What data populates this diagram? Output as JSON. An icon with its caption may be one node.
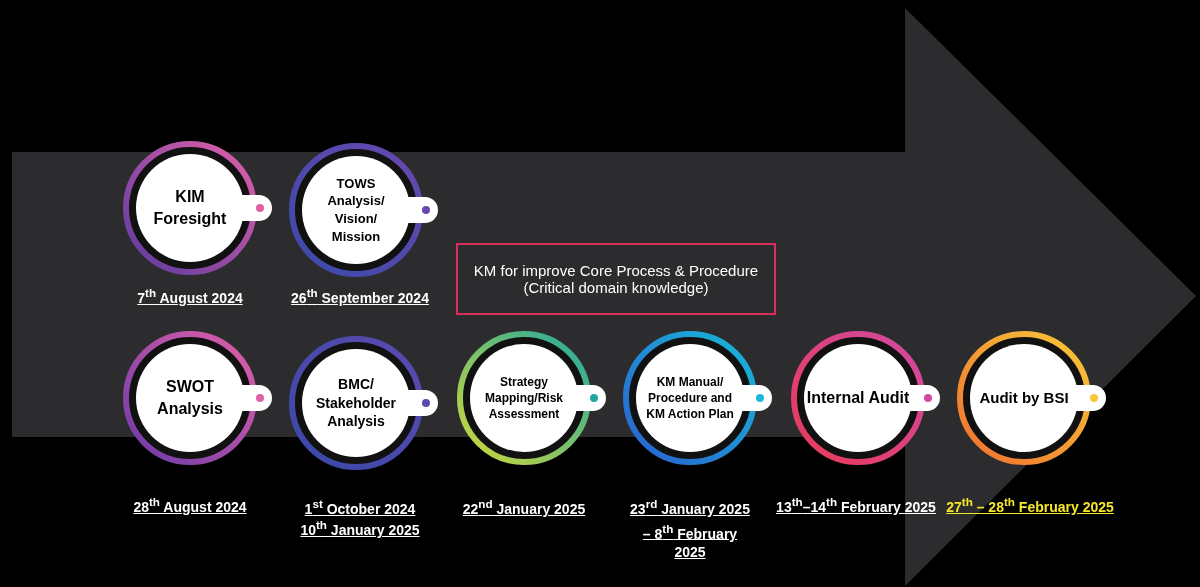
{
  "diagram": {
    "nodes": [
      {
        "text": [
          "KIM Foresight"
        ],
        "beside": [
          "7$^{th}$ August 2024"
        ]
      },
      {
        "text": [
          "TOWS Analysis/ Vision/ Mission"
        ],
        "beside": [
          "26$^{th}$ September 2024"
        ]
      },
      {
        "text": [
          "KM for improve Core Process & Procedure (Critical domain knowledge)"
        ]
      },
      {
        "text": [
          "SWOT Analysis"
        ],
        "beside": [
          "28$^{th}$ August 2024"
        ]
      },
      {
        "text": [
          "BMC/ Stakeholder Analysis"
        ],
        "beside": [
          "1$^{st}$ October 2024",
          "10$^{th}$ January 2025"
        ]
      },
      {
        "text": [
          "Strategy Mapping/Risk Assessment"
        ],
        "beside": [
          "22$^{nd}$ January 2025"
        ]
      },
      {
        "text": [
          "KM Manual/ Procedure and KM Action Plan"
        ],
        "beside": [
          "23$^{rd}$ January 2025 – 8$^{th}$ February 2025"
        ]
      },
      {
        "text": [
          "Internal Audit"
        ],
        "beside": [
          "13$^{th}$–14$^{th}$ February 2025"
        ]
      },
      {
        "text": [
          "Audit by BSI"
        ],
        "beside": [
          "27$^{th}$ – 28$^{th}$ February 2025"
        ]
      }
    ],
    "edges": []
  }
}
